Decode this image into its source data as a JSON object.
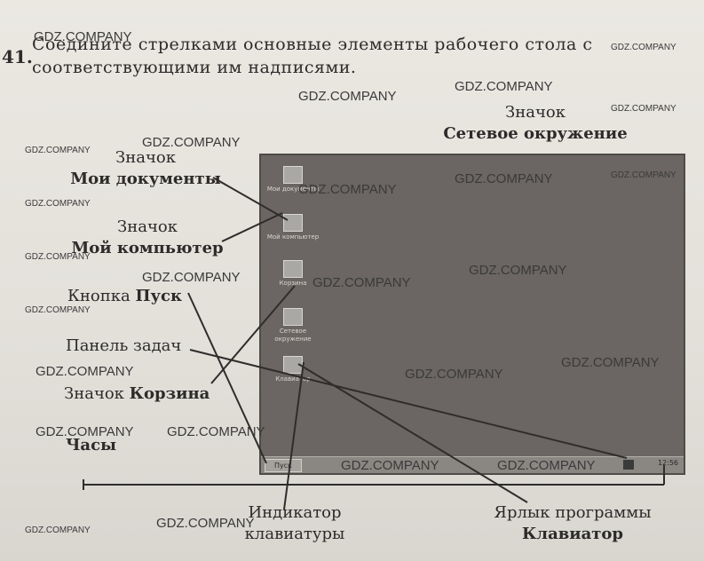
{
  "task": {
    "number": "41.",
    "text": "Соедините стрелками основные элементы рабочего стола с соответствующими им надписями."
  },
  "labels": {
    "network_line1": "Значок",
    "network_line2": "Сетевое окружение",
    "mydocs_line1": "Значок",
    "mydocs_line2": "Мои документы",
    "mycomp_line1": "Значок",
    "mycomp_line2": "Мой компьютер",
    "start_prefix": "Кнопка ",
    "start_bold": "Пуск",
    "taskbar": "Панель задач",
    "recycle_prefix": "Значок ",
    "recycle_bold": "Корзина",
    "clock": "Часы",
    "kbd_line1": "Индикатор",
    "kbd_line2": "клавиатуры",
    "shortcut_line1": "Ярлык программы",
    "shortcut_line2": "Клавиатор"
  },
  "desktop": {
    "icons": [
      "Мои документы",
      "Мой компьютер",
      "Корзина",
      "Сетевое окружение",
      "Клавиатор"
    ],
    "start_label": "Пуск",
    "clock_text": "12:56"
  },
  "watermark": "GDZ.COMPANY"
}
